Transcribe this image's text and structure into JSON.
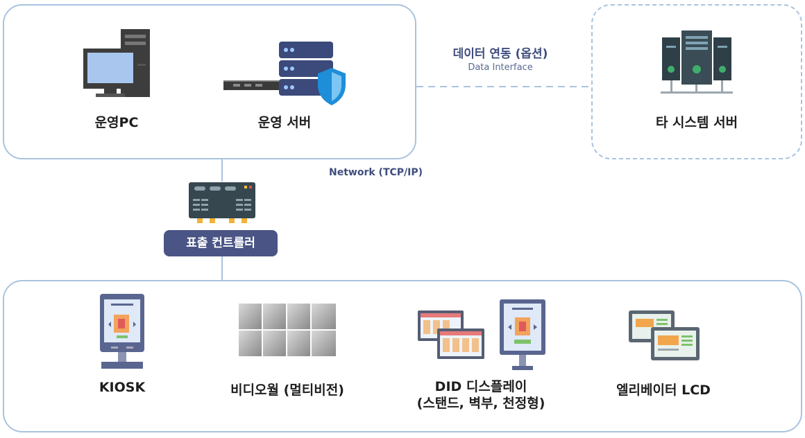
{
  "top_group": {
    "nodes": [
      {
        "label": "운영PC",
        "icon": "desktop-pc-icon"
      },
      {
        "label": "운영 서버",
        "icon": "server-shield-icon"
      }
    ]
  },
  "external": {
    "label": "타 시스템 서버",
    "icon": "server-rack-icon"
  },
  "link": {
    "title": "데이터 연동 (옵션)",
    "subtitle": "Data Interface"
  },
  "network_label": "Network (TCP/IP)",
  "controller": {
    "label": "표출 컨트롤러",
    "icon": "controller-device-icon"
  },
  "bottom_group": {
    "devices": [
      {
        "label": "KIOSK",
        "icon": "kiosk-icon"
      },
      {
        "label": "비디오월 (멀티비전)",
        "icon": "video-wall-icon"
      },
      {
        "label_line1": "DID 디스플레이",
        "label_line2": "(스탠드, 벽부, 천정형)",
        "icon": "did-display-icon"
      },
      {
        "label": "엘리베이터 LCD",
        "icon": "elevator-lcd-icon"
      }
    ]
  },
  "colors": {
    "border": "#a9c3df",
    "accent": "#4a5585",
    "dashed_line": "#a9c3df"
  }
}
